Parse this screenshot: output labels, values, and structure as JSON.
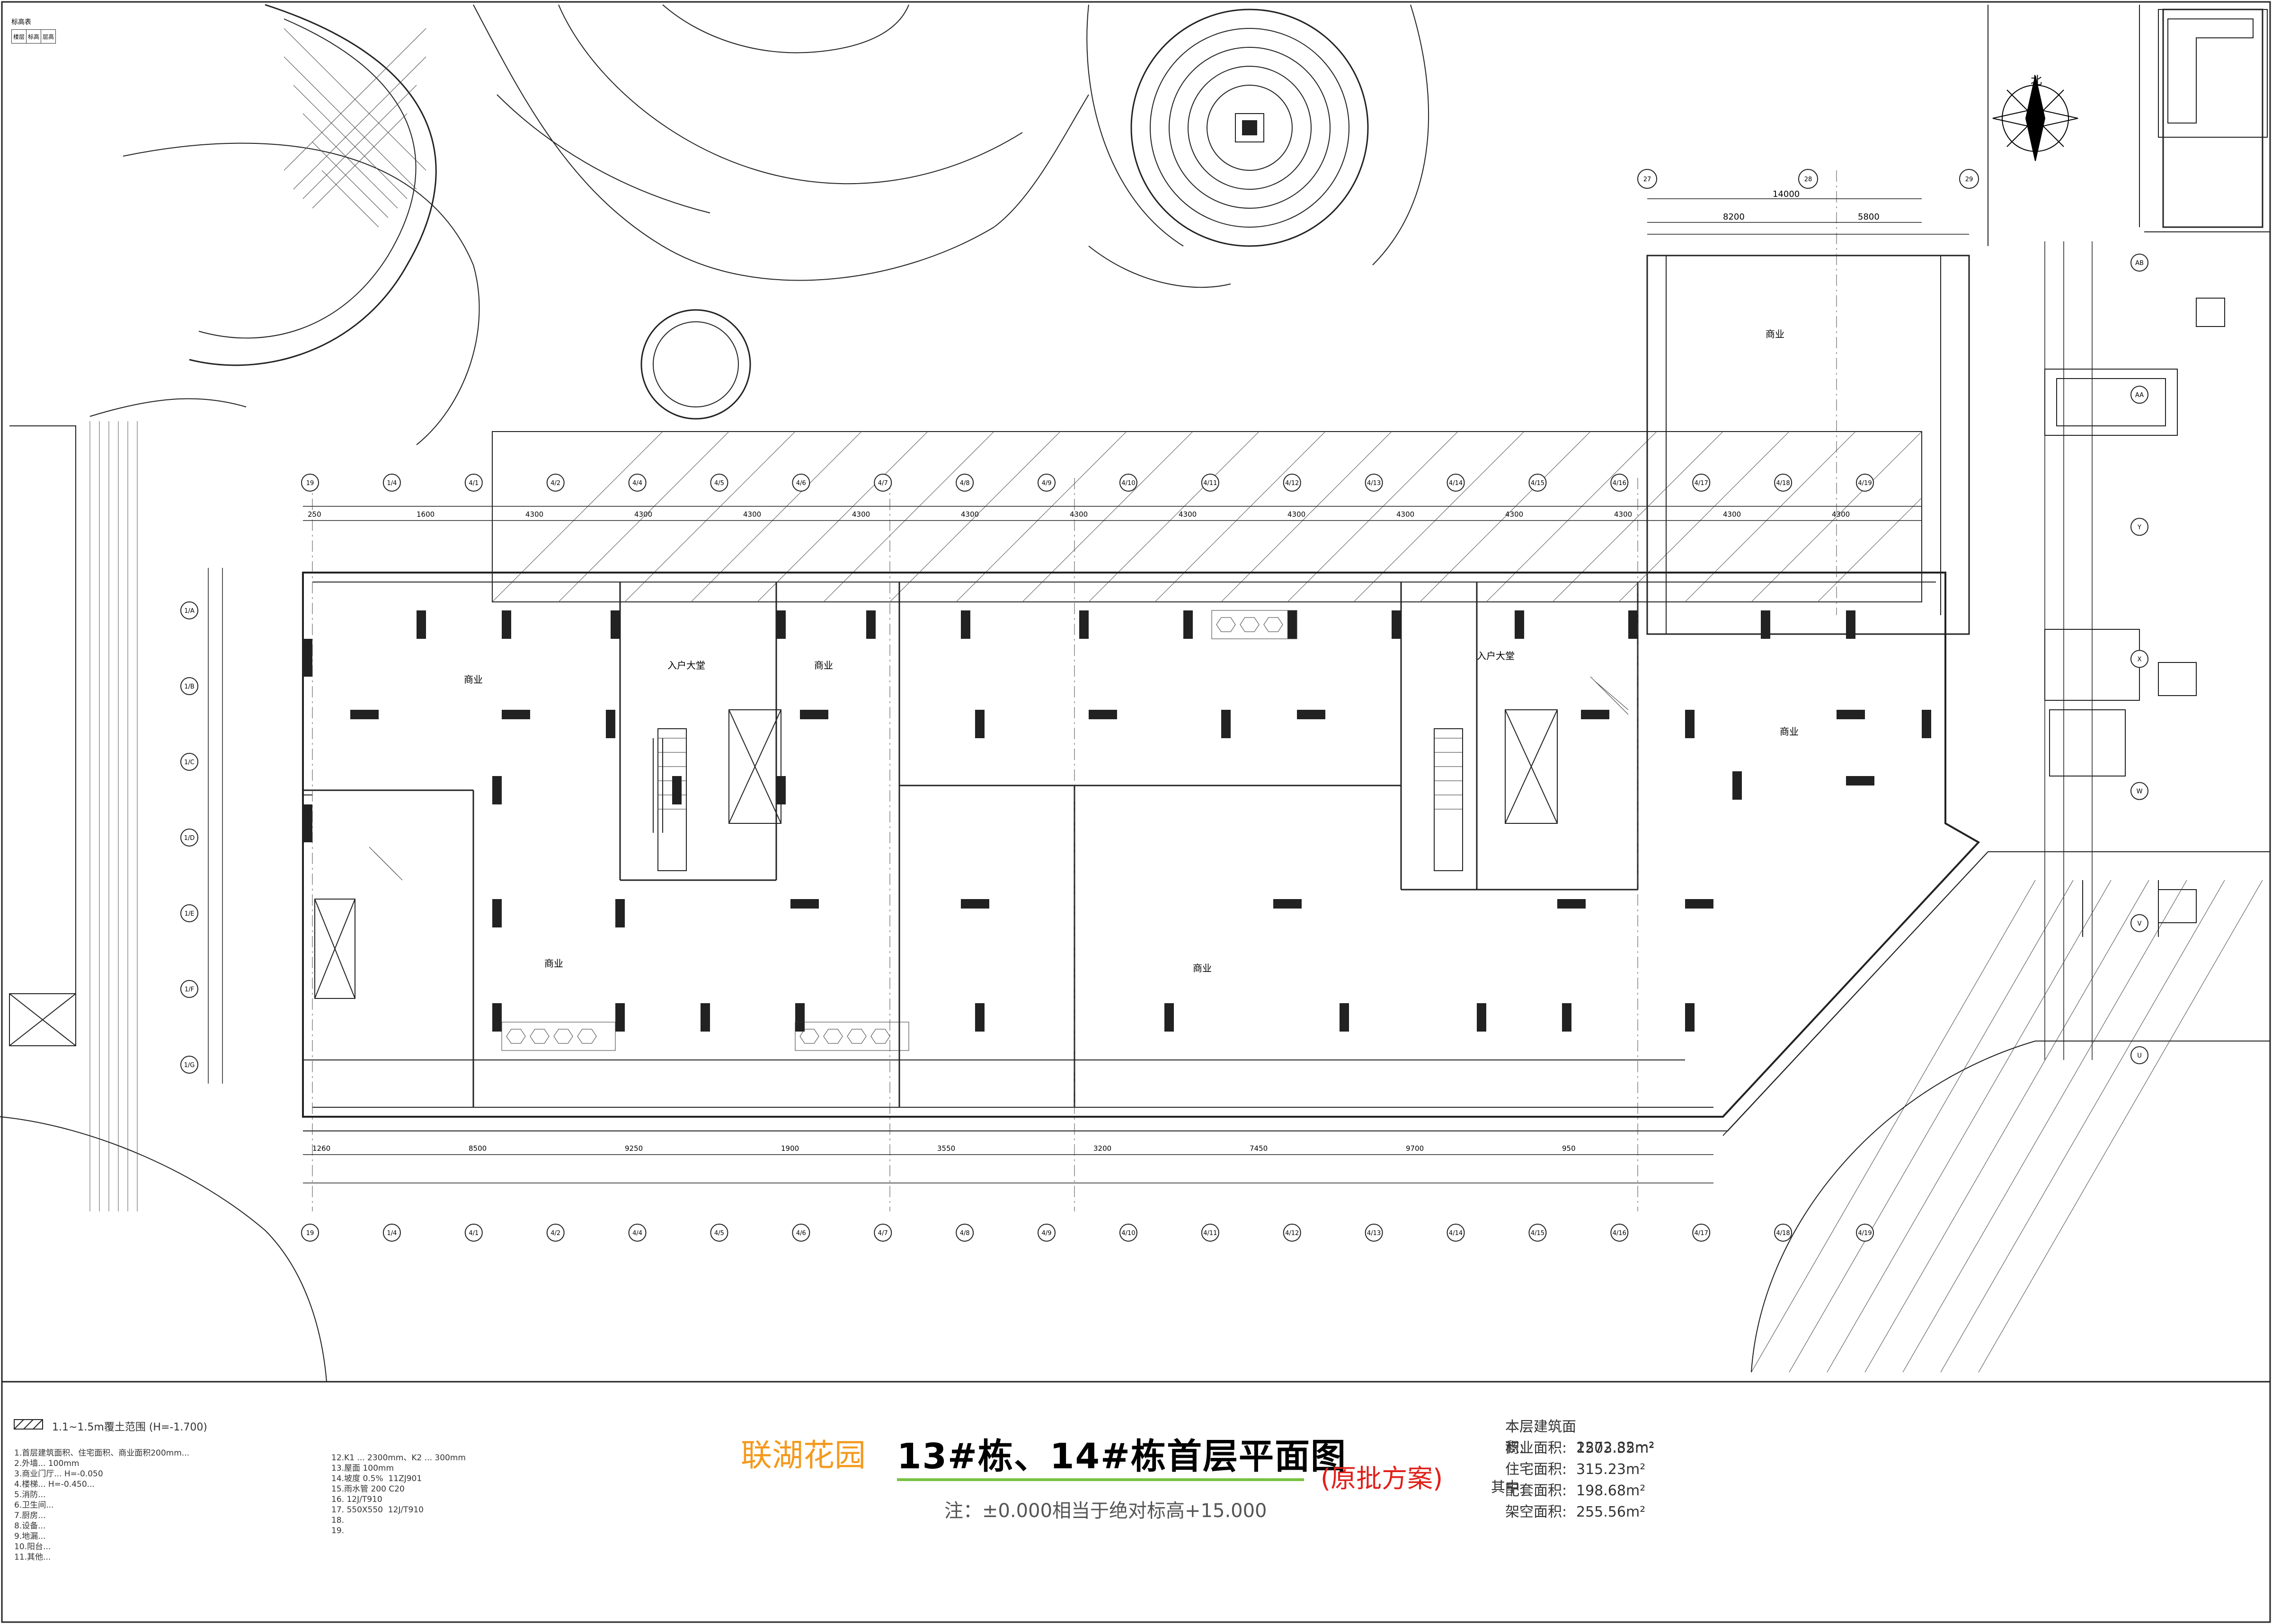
{
  "drawing": {
    "project_name": "联湖花园",
    "title": "13#栋、14#栋首层平面图",
    "subtitle": "(原批方案)",
    "note": "注：±0.000相当于绝对标高+15.000"
  },
  "area_summary": [
    {
      "label": "本层建筑面积:",
      "value": "2272.82m²"
    },
    {
      "label": "商业面积:",
      "value": "1503.35m²"
    },
    {
      "label": "住宅面积:",
      "value": "315.23m²"
    },
    {
      "label": "配套面积:",
      "value": "198.68m²"
    },
    {
      "label": "架空面积:",
      "value": "255.56m²"
    }
  ],
  "area_summary_suffix": "其中",
  "elevation_table": {
    "title": "标高表",
    "headers": [
      "楼层",
      "标高",
      "层高"
    ]
  },
  "legend": "1.1~1.5m覆土范围   (H=-1.700)",
  "notes_left": "1.首层建筑面积、住宅面积、商业面积200mm...\n2.外墙... 100mm\n3.商业门厅... H=-0.050\n4.楼梯... H=-0.450...\n5.消防...\n6.卫生间...\n7.厨房...\n8.设备...\n9.地漏...\n10.阳台...\n11.其他...",
  "notes_right": "12.K1 ... 2300mm、K2 ... 300mm\n13.屋面 100mm\n14.坡度 0.5%  11ZJ901\n15.雨水管 200 C20\n16. 12J/T910\n17. 550X550  12J/T910\n18.\n19.",
  "grid_axes": {
    "top_row": [
      "19",
      "1/4",
      "4/1",
      "4/2",
      "4/4",
      "4/5",
      "4/6",
      "4/7",
      "4/8",
      "4/9",
      "4/10",
      "4/11",
      "4/12",
      "4/13",
      "4/14",
      "4/15",
      "4/16",
      "4/17",
      "4/18",
      "4/19"
    ],
    "right_col": [
      "AB",
      "AA",
      "Y",
      "X",
      "W",
      "V",
      "U"
    ],
    "outer_top": [
      "27",
      "28",
      "29"
    ]
  },
  "dimensions": {
    "top_total": "14000",
    "top_parts": [
      "8200",
      "5800"
    ],
    "row_dims": [
      "250",
      "1600",
      "4300",
      "4300",
      "4300",
      "4300",
      "4300",
      "4300",
      "4300",
      "4300",
      "4300",
      "4300",
      "4300",
      "4300",
      "4300"
    ],
    "bottom_dims": [
      "1260",
      "8500",
      "9250",
      "1900",
      "3550",
      "3200",
      "7450",
      "9700",
      "950"
    ]
  },
  "room_labels": [
    "商业",
    "入户大堂",
    "商业",
    "商业",
    "商业",
    "商业",
    "入户大堂",
    "商业"
  ],
  "north_label": "北",
  "colors": {
    "project": "#f39a1e",
    "subtitle": "#e0201a",
    "underline": "#79c243",
    "line": "#222222"
  }
}
